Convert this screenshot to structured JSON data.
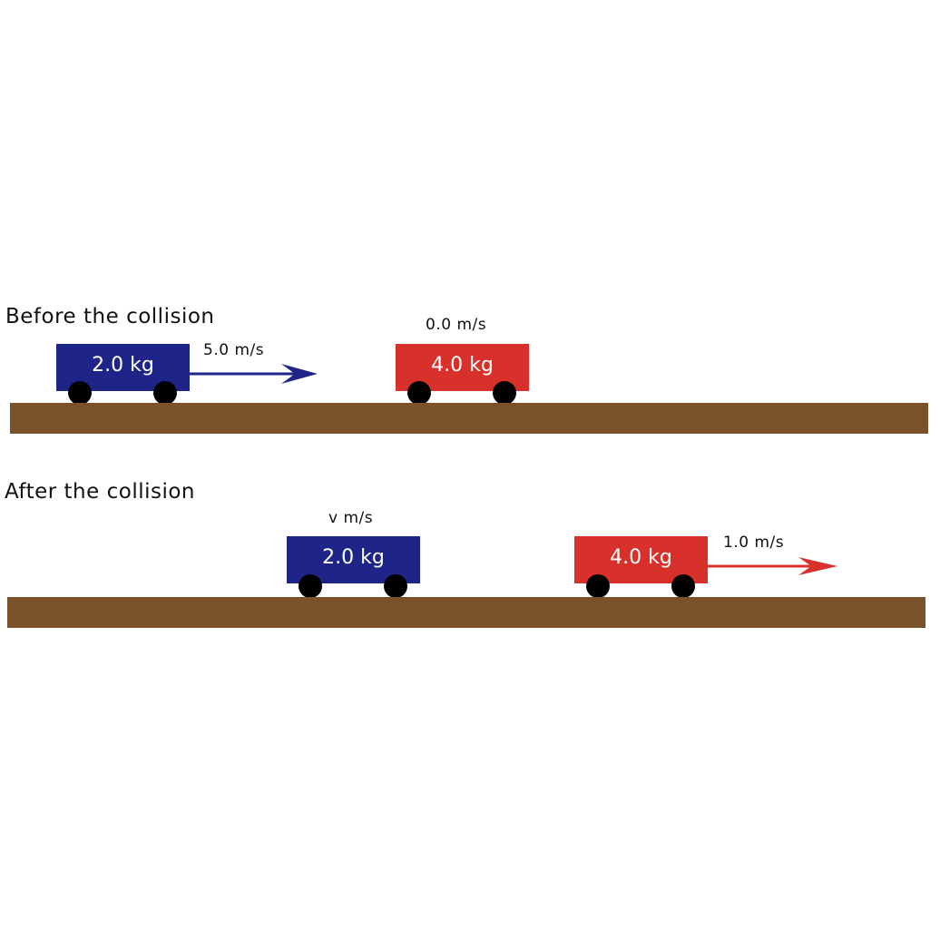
{
  "before": {
    "label": "Before the collision",
    "cart_a": {
      "mass_label": "2.0 kg",
      "velocity_label": "5.0 m/s",
      "color": "#1f2488"
    },
    "cart_b": {
      "mass_label": "4.0 kg",
      "velocity_label": "0.0 m/s",
      "color": "#d8312b"
    }
  },
  "after": {
    "label": "After the collision",
    "cart_a": {
      "mass_label": "2.0 kg",
      "velocity_label": "v m/s",
      "color": "#1f2488"
    },
    "cart_b": {
      "mass_label": "4.0 kg",
      "velocity_label": "1.0 m/s",
      "color": "#d8312b"
    }
  },
  "track_color": "#7a5229"
}
